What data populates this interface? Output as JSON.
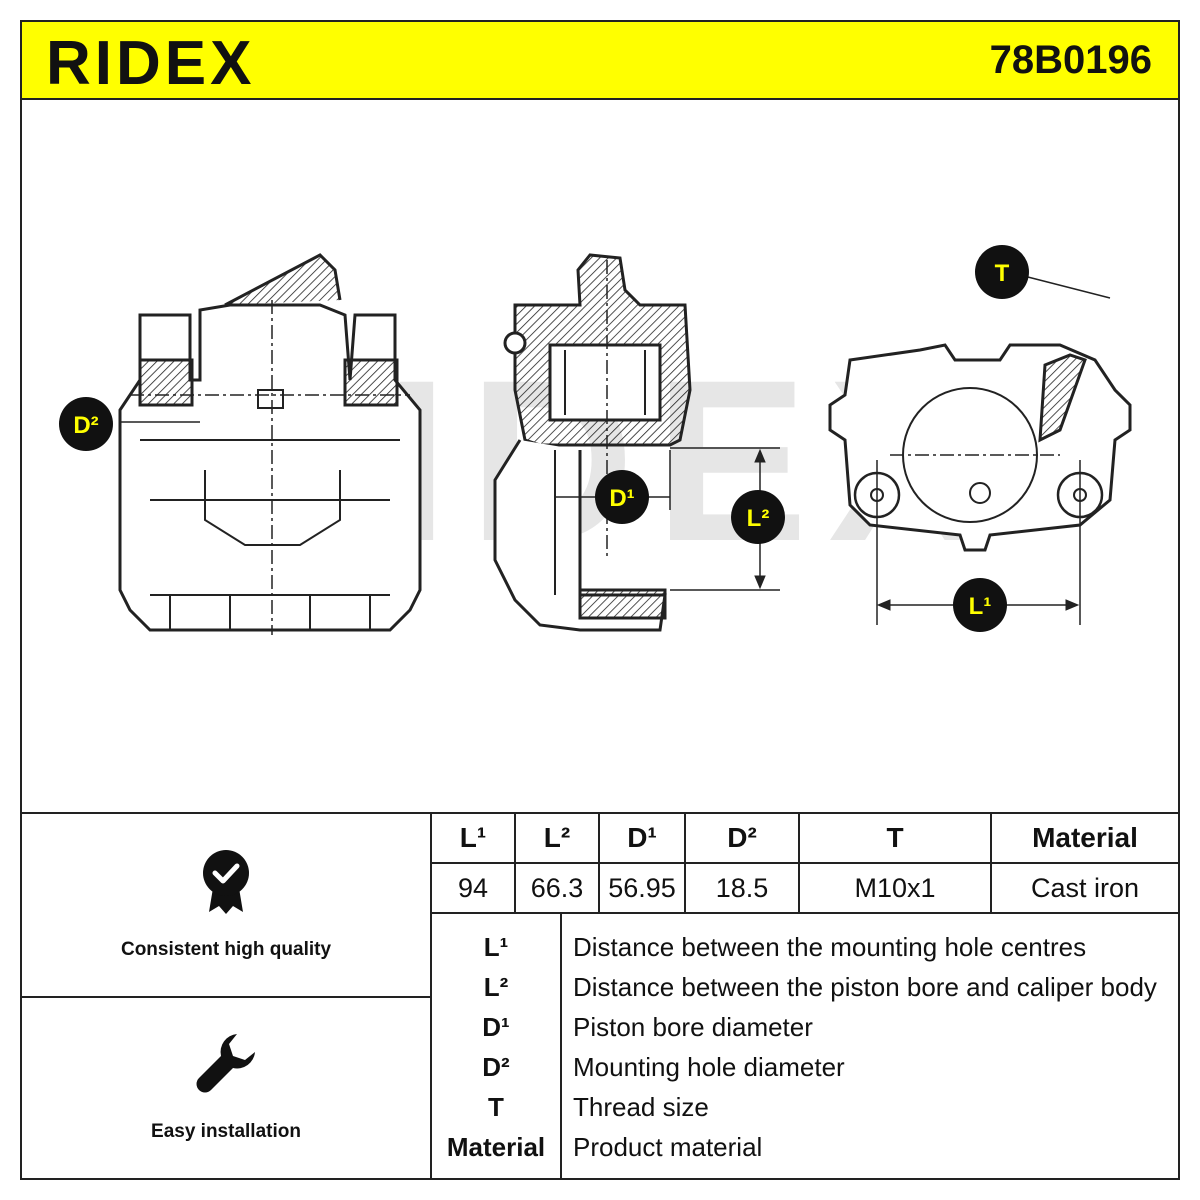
{
  "header": {
    "brand": "RIDEX",
    "part_number": "78B0196",
    "accent_color": "#ffff00"
  },
  "drawing": {
    "labels": {
      "d2": "D²",
      "d1": "D¹",
      "l2": "L²",
      "l1": "L¹",
      "t": "T"
    },
    "watermark": "RIDEX"
  },
  "features": [
    {
      "icon": "quality-badge-icon",
      "label": "Consistent high quality"
    },
    {
      "icon": "wrench-icon",
      "label": "Easy installation"
    }
  ],
  "specs": {
    "headers": [
      "L¹",
      "L²",
      "D¹",
      "D²",
      "T",
      "Material"
    ],
    "values": [
      "94",
      "66.3",
      "56.95",
      "18.5",
      "M10x1",
      "Cast iron"
    ]
  },
  "legend": [
    {
      "code": "L¹",
      "desc": "Distance between the mounting hole centres"
    },
    {
      "code": "L²",
      "desc": "Distance between the piston bore and caliper body"
    },
    {
      "code": "D¹",
      "desc": "Piston bore diameter"
    },
    {
      "code": "D²",
      "desc": "Mounting hole diameter"
    },
    {
      "code": "T",
      "desc": "Thread size"
    },
    {
      "code": "Material",
      "desc": "Product material"
    }
  ]
}
